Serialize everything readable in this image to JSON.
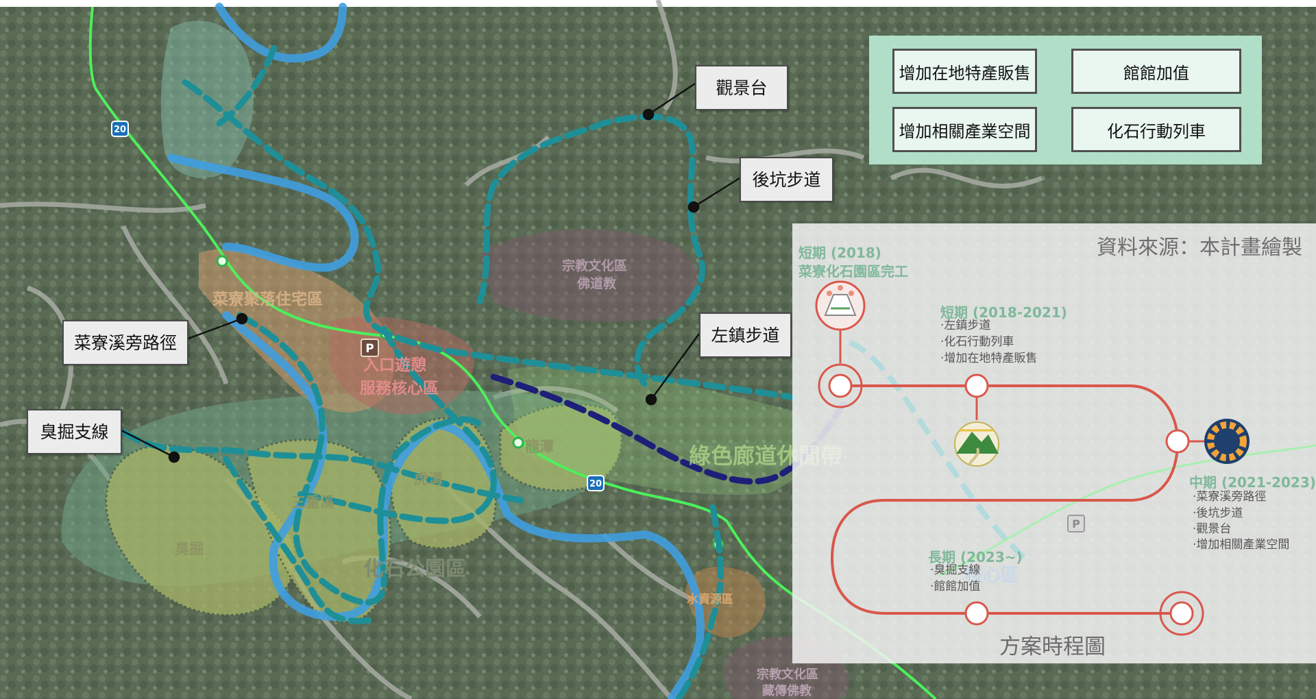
{
  "map": {
    "callouts": {
      "observation_deck": "觀景台",
      "houkeng_trail": "後坑步道",
      "caoliaoxi_path": "菜寮溪旁路徑",
      "zuozhen_trail": "左鎮步道",
      "choujue_branch": "臭掘支線"
    },
    "area_labels": {
      "religion_north": "宗教文化區",
      "religion_north_sub": "佛道教",
      "religion_south": "宗教文化區",
      "religion_south_sub": "藏傳佛教",
      "entrance": "入口遊憩",
      "entrance_sub": "服務核心區",
      "fossil_park": "化石公園區",
      "sanchongxi": "三重溪",
      "choujue": "臭掘",
      "hugou": "虎溝",
      "longtan": "龍潭",
      "settlement": "菜寮聚落住宅區",
      "reservoir": "水資源區",
      "belt": "綠色廊道休閒帶",
      "core": "核心區"
    },
    "road_badges": [
      "20",
      "20"
    ],
    "parking": "P",
    "colors": {
      "trail": "#1e8f97",
      "trail_new": "#1d1f78",
      "road": "#4cf05b",
      "river": "#3f9fe0",
      "timeline": "#d9574b",
      "legend_bg": "#b7e6cf"
    }
  },
  "legend": {
    "items": [
      "增加在地特產販售",
      "館館加值",
      "增加相關產業空間",
      "化石行動列車"
    ]
  },
  "timeline": {
    "source_note": "資料來源：本計畫繪製",
    "title": "方案時程圖",
    "phases": [
      {
        "title": "短期 (2018)",
        "subtitle": "菜寮化石園區完工",
        "items": []
      },
      {
        "title": "短期 (2018-2021)",
        "items": [
          "‧左鎮步道",
          "‧化石行動列車",
          "‧增加在地特產販售"
        ]
      },
      {
        "title": "中期 (2021-2023)",
        "items": [
          "‧菜寮溪旁路徑",
          "‧後坑步道",
          "‧觀景台",
          "‧增加相關產業空間"
        ]
      },
      {
        "title": "長期 (2023~)",
        "items": [
          "‧臭掘支線",
          "‧館館加值"
        ]
      }
    ],
    "icons": [
      "museum-icon",
      "mountain-trail-icon",
      "gear-badge-icon"
    ]
  }
}
